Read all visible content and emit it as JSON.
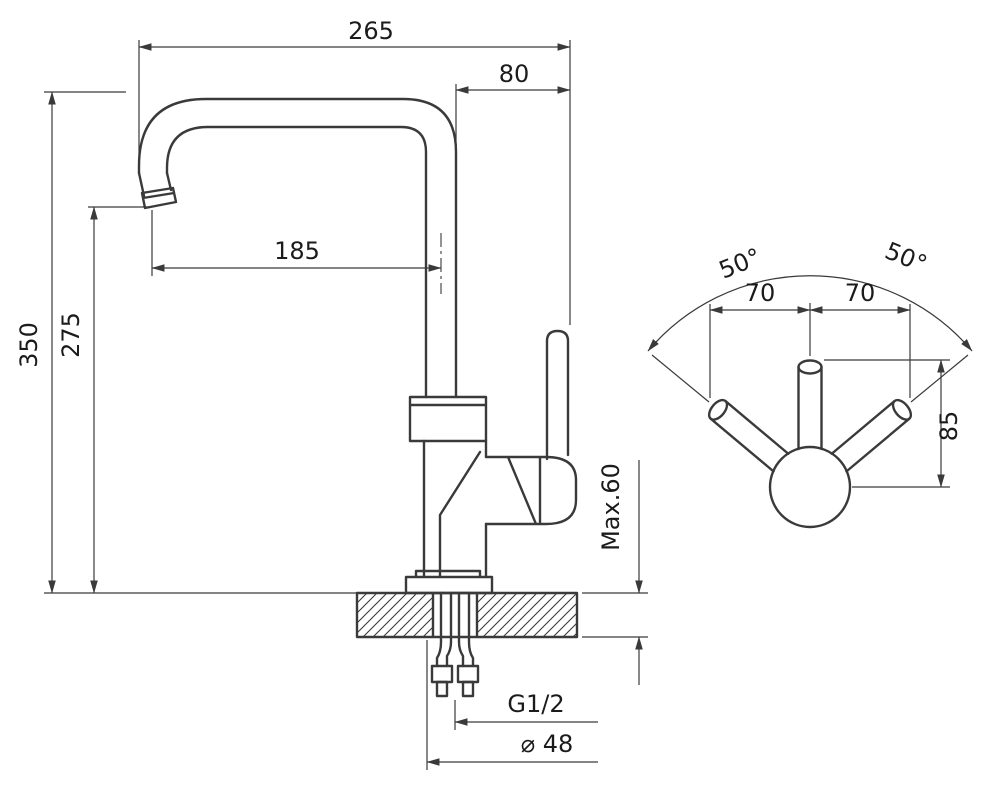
{
  "page": {
    "background": "#ffffff",
    "line_color": "#3a3a3a",
    "text_color": "#1b1b1b"
  },
  "side_view": {
    "dimensions": {
      "overall_width": "265",
      "handle_offset": "80",
      "spout_reach": "185",
      "total_height": "350",
      "spout_outlet_height": "275",
      "max_deck_thickness": "Max.60",
      "supply_thread": "G1/2",
      "base_diameter": "⌀ 48"
    }
  },
  "top_view": {
    "dimensions": {
      "swing_angle_left": "50°",
      "swing_angle_right": "50°",
      "handle_span_left": "70",
      "handle_span_right": "70",
      "handle_length": "85"
    }
  }
}
